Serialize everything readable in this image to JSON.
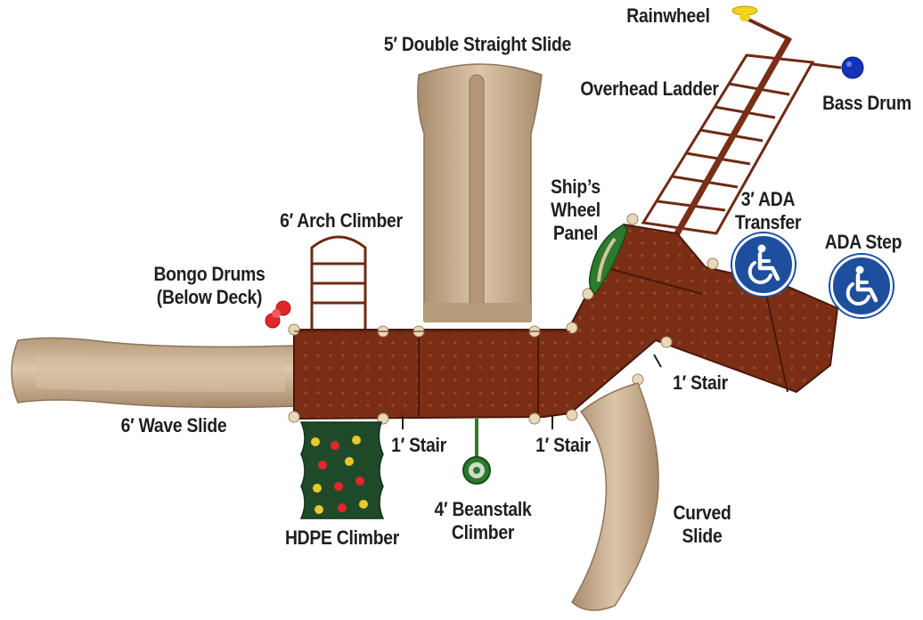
{
  "labels": {
    "rainwheel": "Rainwheel",
    "double_slide": "5′ Double Straight Slide",
    "overhead_ladder": "Overhead Ladder",
    "bass_drum": "Bass Drum",
    "ships_wheel_l1": "Ship’s",
    "ships_wheel_l2": "Wheel",
    "ships_wheel_l3": "Panel",
    "ada_transfer_l1": "3′ ADA",
    "ada_transfer_l2": "Transfer",
    "ada_step": "ADA Step",
    "arch_climber": "6′ Arch Climber",
    "bongo_l1": "Bongo Drums",
    "bongo_l2": "(Below Deck)",
    "stair_right": "1′ Stair",
    "wave_slide": "6′ Wave Slide",
    "stair_left": "1′ Stair",
    "stair_middle": "1′ Stair",
    "hdpe": "HDPE Climber",
    "beanstalk_l1": "4′ Beanstalk",
    "beanstalk_l2": "Climber",
    "curved_l1": "Curved",
    "curved_l2": "Slide"
  },
  "icons": [
    "wheelchair-icon",
    "wheelchair-icon"
  ],
  "colors": {
    "deck": "#7a2e16",
    "deck_dark": "#5a1e0c",
    "slide_tan": "#c9ae8e",
    "slide_dark": "#9e8264",
    "climber_green": "#1f4a2a",
    "ada_blue": "#1d4f9e",
    "bass_drum_blue": "#1433b8",
    "rainwheel_yellow": "#f2d21b",
    "bongo_red": "#e3262c"
  }
}
